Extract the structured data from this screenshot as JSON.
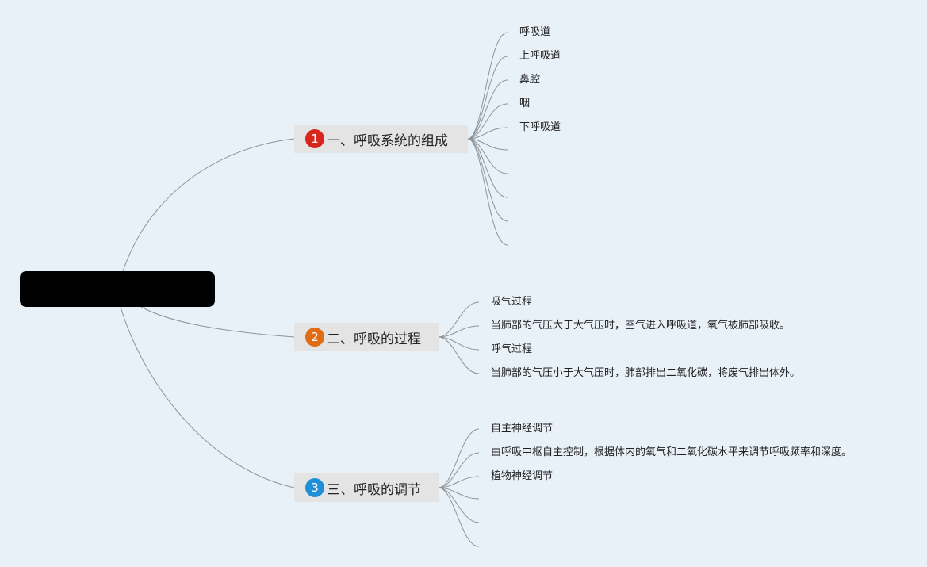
{
  "root": {
    "label": ""
  },
  "branches": [
    {
      "number": "1",
      "label": "一、呼吸系统的组成",
      "color": "#d8261c",
      "children": [
        "呼吸道",
        "上呼吸道",
        "鼻腔",
        "咽",
        "下呼吸道",
        "",
        "",
        "",
        "",
        ""
      ]
    },
    {
      "number": "2",
      "label": "二、呼吸的过程",
      "color": "#e06c14",
      "children": [
        "吸气过程",
        "当肺部的气压大于大气压时，空气进入呼吸道，氧气被肺部吸收。",
        "呼气过程",
        "当肺部的气压小于大气压时，肺部排出二氧化碳，将废气排出体外。"
      ]
    },
    {
      "number": "3",
      "label": "三、呼吸的调节",
      "color": "#1f90d8",
      "children": [
        "自主神经调节",
        "由呼吸中枢自主控制，根据体内的氧气和二氧化碳水平来调节呼吸频率和深度。",
        "植物神经调节",
        "",
        "",
        ""
      ]
    }
  ],
  "colors": {
    "background": "#e8f0f8",
    "branch_fill": "#e4e4e4",
    "connector": "#8f9398"
  }
}
